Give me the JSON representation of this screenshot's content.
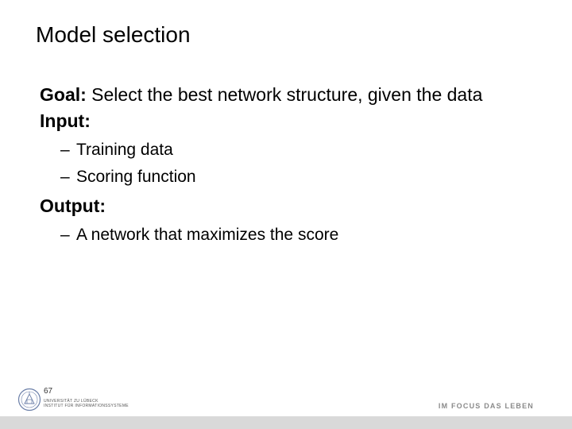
{
  "slide": {
    "title": "Model selection",
    "items": [
      {
        "label": "Goal:",
        "text": "Select the best network structure, given the data"
      },
      {
        "label": "Input:",
        "subitems": [
          "Training data",
          "Scoring function"
        ]
      },
      {
        "label": "Output:",
        "subitems": [
          "A network that maximizes the score"
        ]
      }
    ],
    "dash": "–"
  },
  "footer": {
    "page_number": "67",
    "university_line1": "UNIVERSITÄT ZU LÜBECK",
    "university_line2": "INSTITUT FÜR INFORMATIONSSYSTEME",
    "motto": "IM FOCUS DAS LEBEN"
  },
  "colors": {
    "footer_bar": "#d9d9d9",
    "motto": "#8a8a8a",
    "seal": "#6b7fa8"
  },
  "icons": {
    "seal": "university-seal-icon"
  }
}
